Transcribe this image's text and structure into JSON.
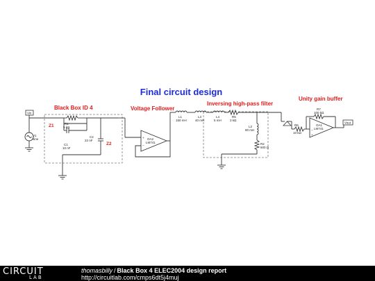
{
  "diagram": {
    "title": "Final circuit design",
    "blocks": {
      "black_box": "Black Box ID 4",
      "follower": "Voltage Follower",
      "hpf": "Inversing high-pass filter",
      "buffer": "Unity gain buffer"
    },
    "ports": {
      "vin": "Vin",
      "vout": "Vout"
    },
    "impedance_labels": {
      "z1": "Z1",
      "z2": "Z2"
    },
    "components": {
      "v1": {
        "name": "V1",
        "value": "sine"
      },
      "r1": {
        "name": "R1",
        "value": "5 kΩ"
      },
      "c1": {
        "name": "C1",
        "value": "10 nF"
      },
      "c2": {
        "name": "C2",
        "value": "22 nF"
      },
      "oa2": {
        "name": "OA2",
        "value": "LM741"
      },
      "l1": {
        "name": "L1",
        "value": "150 mH"
      },
      "l3": {
        "name": "L3",
        "value": "40 mH"
      },
      "l4": {
        "name": "L4",
        "value": "5 mH"
      },
      "r5": {
        "name": "R5",
        "value": "3 kΩ"
      },
      "l2": {
        "name": "L2",
        "value": "80 mH"
      },
      "r2": {
        "name": "R2",
        "value": "500 Ω"
      },
      "r6": {
        "name": "R6",
        "value": "10 kΩ"
      },
      "r7": {
        "name": "R7",
        "value": "100 kΩ"
      },
      "oa1": {
        "name": "OA1",
        "value": "LM741"
      }
    },
    "colors": {
      "title": "#1c2bd9",
      "block_label": "#e21b1b",
      "wire": "#333333",
      "box": "#7a7a7a",
      "port_fill": "#ffffff"
    }
  },
  "footer": {
    "logo_main": "CIRCUIT",
    "logo_sub": "LAB",
    "author": "thomasbilly",
    "separator": "/",
    "project_title": "Black Box 4 ELEC2004 design report",
    "url": "http://circuitlab.com/cmps6dt5j4muj"
  }
}
